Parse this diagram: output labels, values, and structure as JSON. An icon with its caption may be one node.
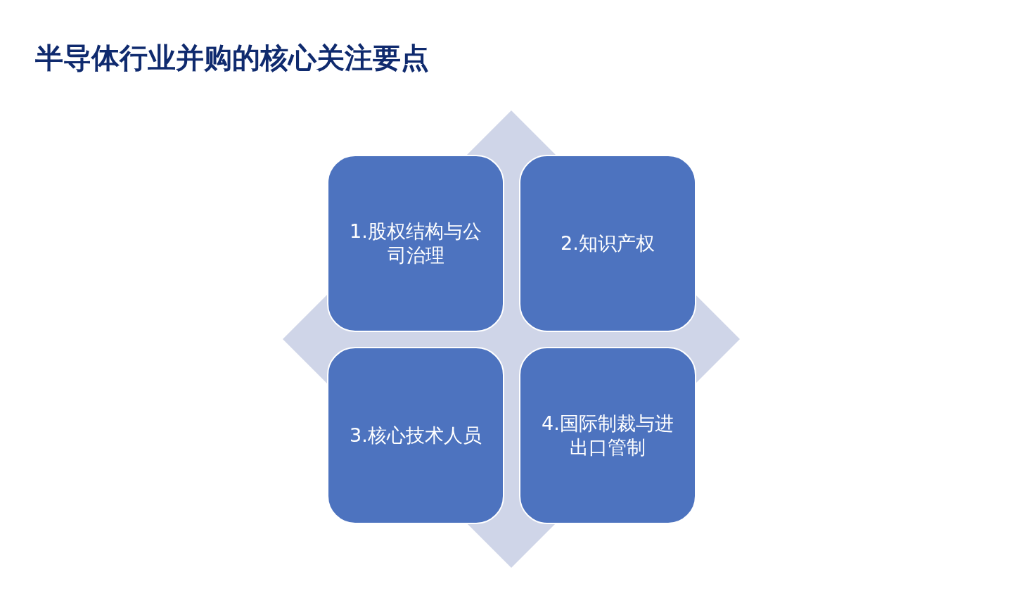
{
  "diagram": {
    "title": "半导体行业并购的核心关注要点",
    "nodes": [
      {
        "text": [
          "1.股权结构与公司治理"
        ]
      },
      {
        "text": [
          "2.知识产权"
        ]
      },
      {
        "text": [
          "3.核心技术人员"
        ]
      },
      {
        "text": [
          "4.国际制裁与进出口管制"
        ]
      }
    ]
  }
}
